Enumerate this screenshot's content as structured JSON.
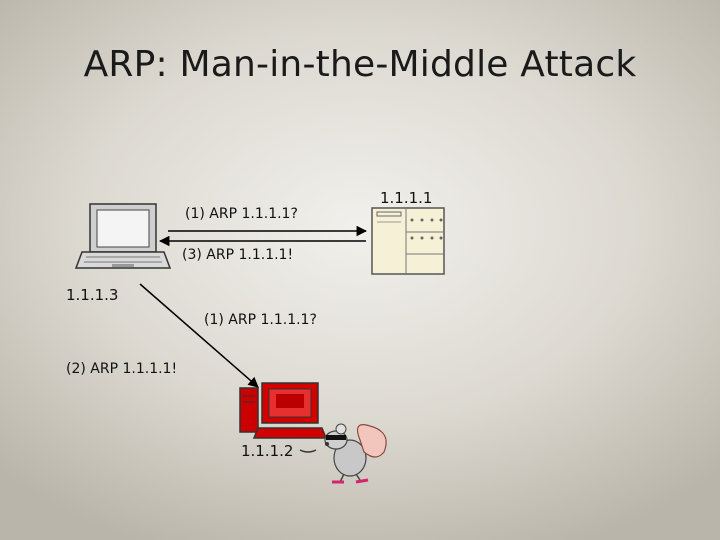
{
  "slide": {
    "title": "ARP: Man-in-the-Middle Attack"
  },
  "nodes": {
    "victim_ip": "1.1.1.3",
    "server_ip": "1.1.1.1",
    "attacker_ip": "1.1.1.2"
  },
  "messages": {
    "m1_to_server": "(1) ARP 1.1.1.1?",
    "m3_reply": "(3) ARP 1.1.1.1!",
    "m1_to_attacker": "(1) ARP 1.1.1.1?",
    "m2_spoof": "(2) ARP 1.1.1.1!"
  },
  "colors": {
    "attacker_pc": "#d40000",
    "server_body": "#f6f1d6",
    "laptop_body": "#d9d9d9"
  }
}
